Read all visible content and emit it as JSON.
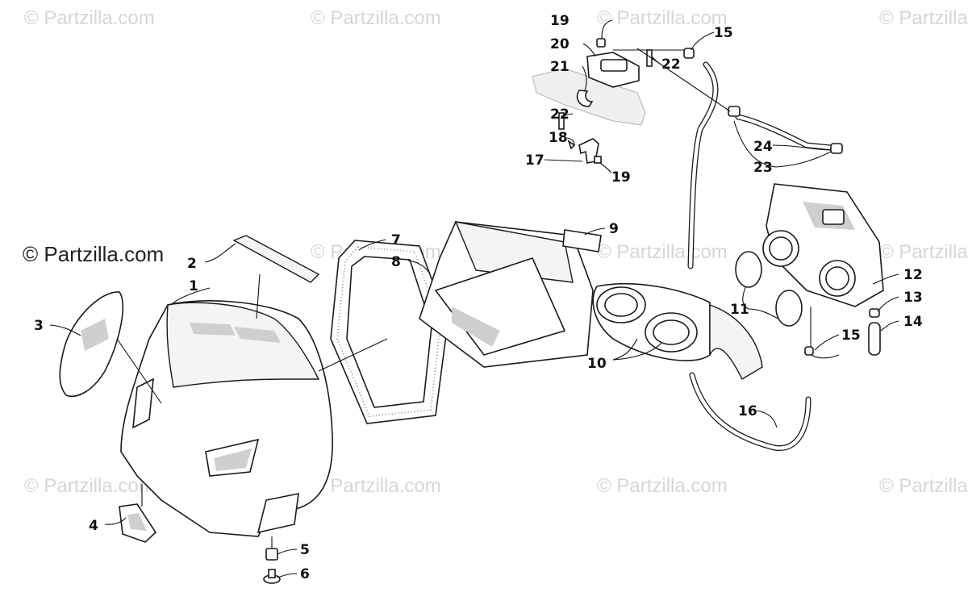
{
  "watermark": {
    "main": "© Partzilla.com",
    "faded": "© Partzilla.com"
  },
  "callouts": {
    "c1": "1",
    "c2": "2",
    "c3": "3",
    "c4": "4",
    "c5": "5",
    "c6": "6",
    "c7": "7",
    "c8": "8",
    "c9": "9",
    "c10": "10",
    "c11": "11",
    "c12": "12",
    "c13": "13",
    "c14": "14",
    "c15a": "15",
    "c15b": "15",
    "c16": "16",
    "c17": "17",
    "c18": "18",
    "c19a": "19",
    "c19b": "19",
    "c20": "20",
    "c21": "21",
    "c22a": "22",
    "c22b": "22",
    "c23": "23",
    "c24": "24"
  }
}
